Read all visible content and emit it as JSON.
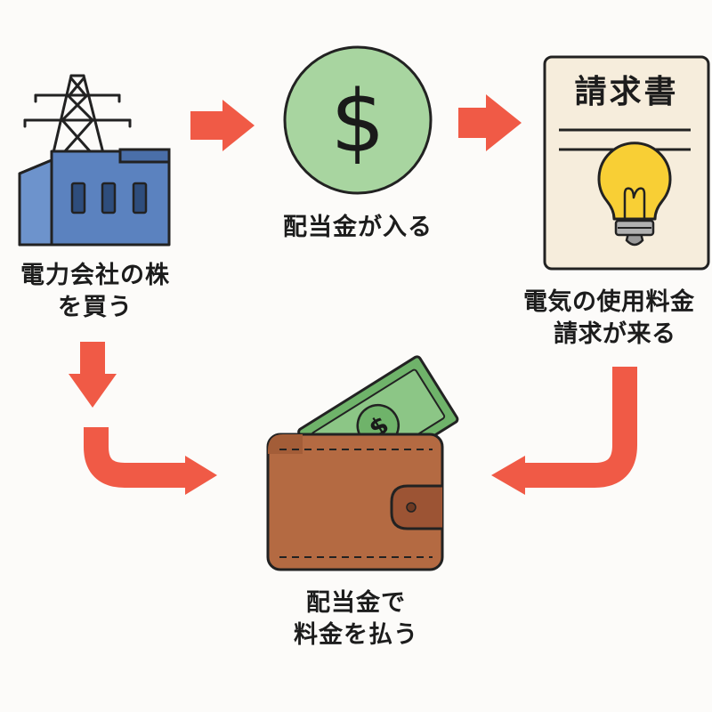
{
  "steps": {
    "buy_stock": {
      "line1": "電力会社の株",
      "line2": "を買う"
    },
    "dividend_in": {
      "line1": "配当金が入る"
    },
    "bill_arrives": {
      "line1": "電気の使用料金",
      "line2": "請求が来る"
    },
    "pay_with_dividend": {
      "line1": "配当金で",
      "line2": "料金を払う"
    }
  },
  "invoice": {
    "title": "請求書"
  },
  "icons": {
    "power_plant": "power-plant-icon",
    "coin": "dollar-coin-icon",
    "invoice": "invoice-document-icon",
    "wallet": "wallet-icon"
  },
  "colors": {
    "arrow": "#f05a46",
    "factory": "#5b82bf",
    "coin": "#a8d5a0",
    "paper": "#f6eddc",
    "wallet": "#b46a42",
    "money": "#6fb36a",
    "bulb": "#f8cf35",
    "outline": "#222222"
  }
}
